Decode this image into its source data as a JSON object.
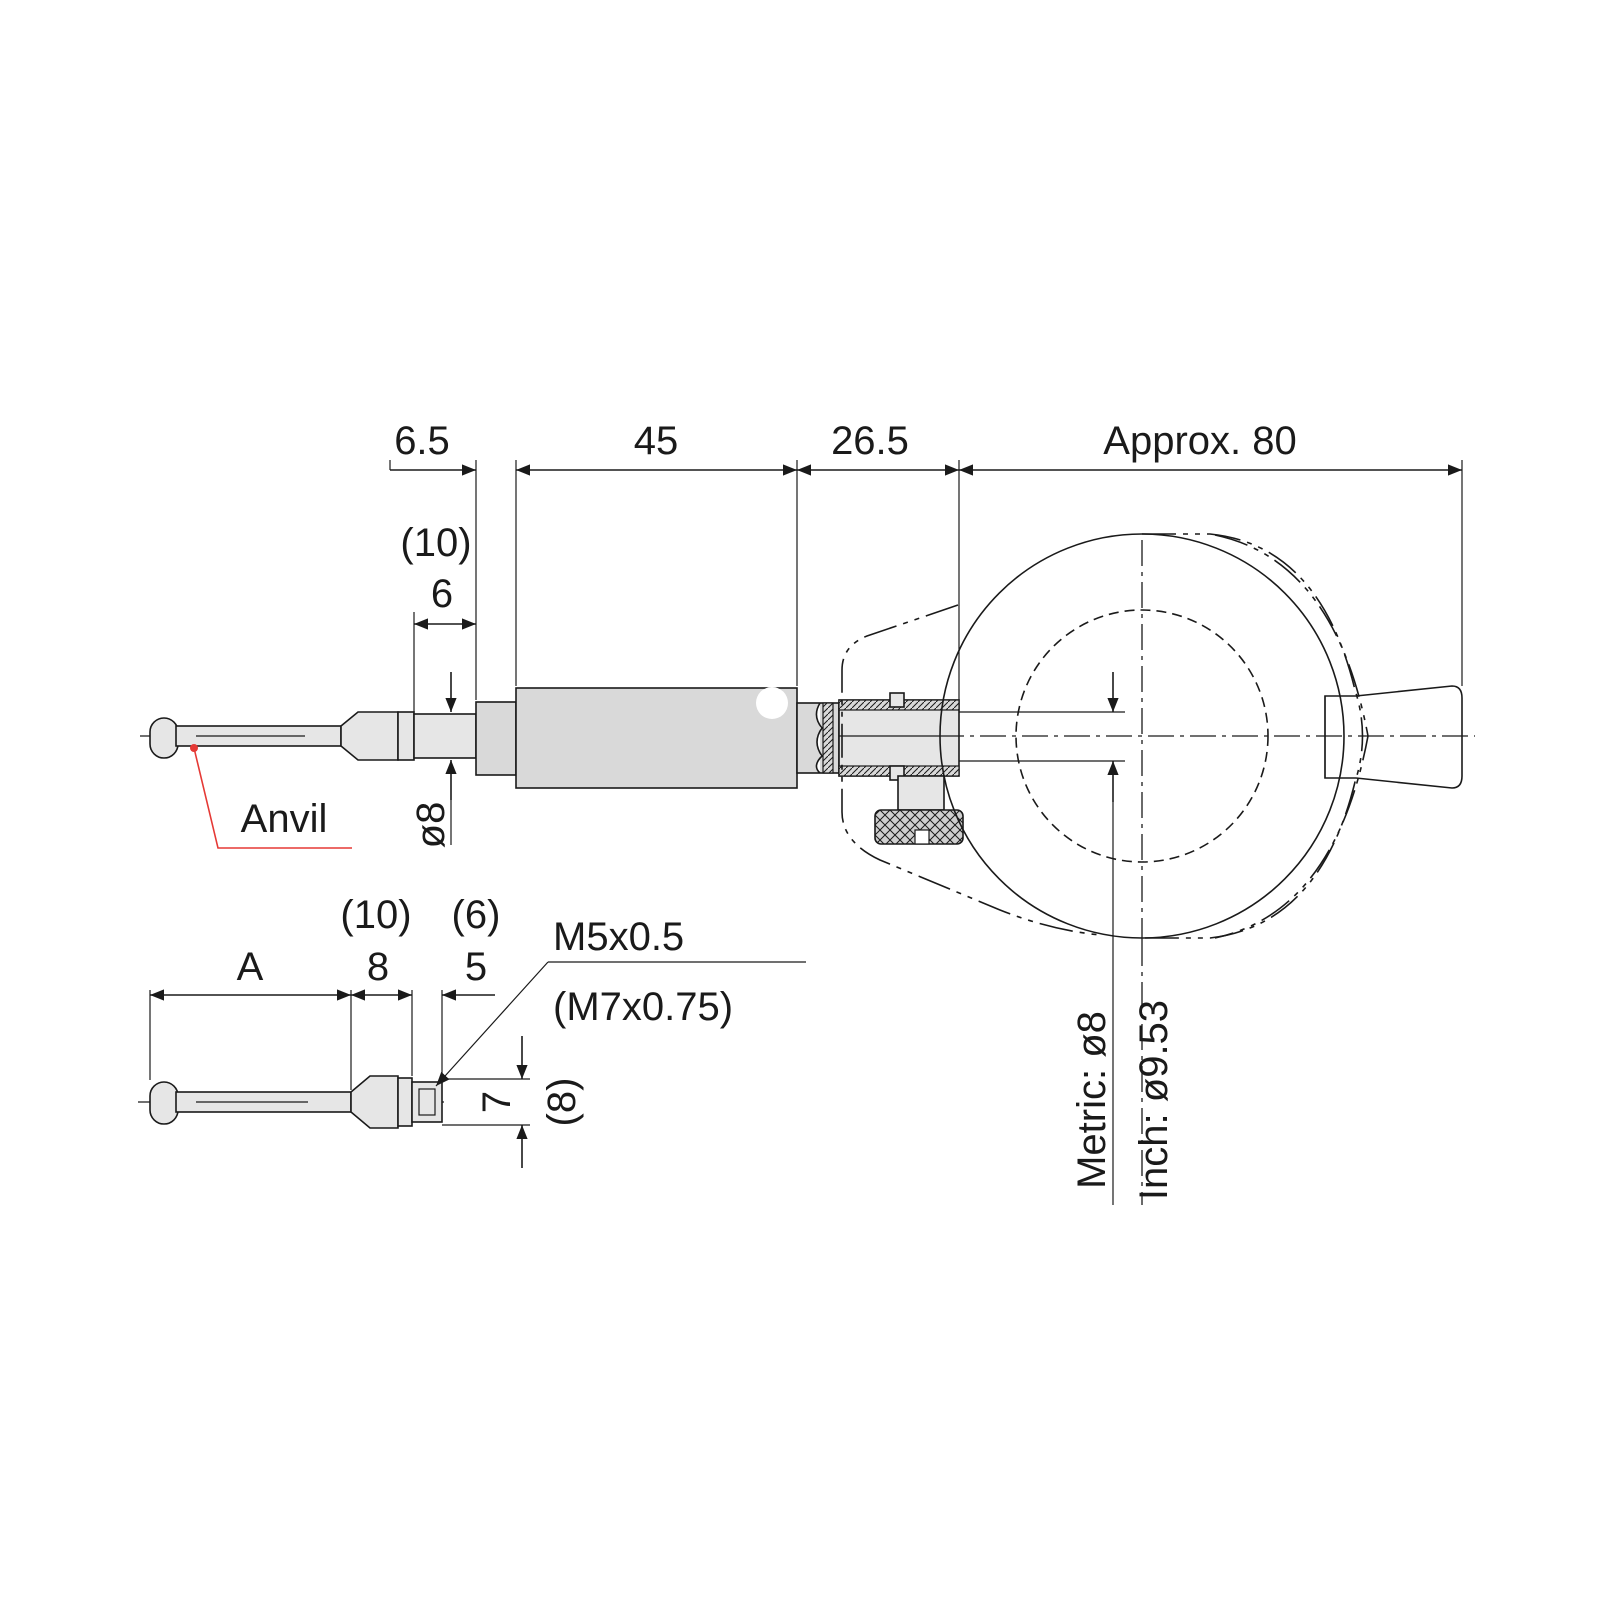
{
  "diagram": {
    "dimensions": {
      "upper": {
        "d_6_5": "6.5",
        "d_45": "45",
        "d_26_5": "26.5",
        "d_approx_80": "Approx. 80",
        "d_10_paren": "(10)",
        "d_6": "6",
        "d_dia8": "ø8"
      },
      "lower": {
        "d_A": "A",
        "d_10_paren": "(10)",
        "d_8": "8",
        "d_6_paren": "(6)",
        "d_5": "5",
        "d_7": "7",
        "d_8_paren": "(8)"
      },
      "stem": {
        "metric": "Metric: ø8",
        "inch": "Inch: ø9.53"
      }
    },
    "labels": {
      "anvil": "Anvil",
      "thread_primary": "M5x0.5",
      "thread_alt": "(M7x0.75)"
    },
    "colors": {
      "line": "#1a1a1a",
      "body_fill": "#d9d9d9",
      "leader_red": "#e53935",
      "background": "#ffffff"
    }
  }
}
